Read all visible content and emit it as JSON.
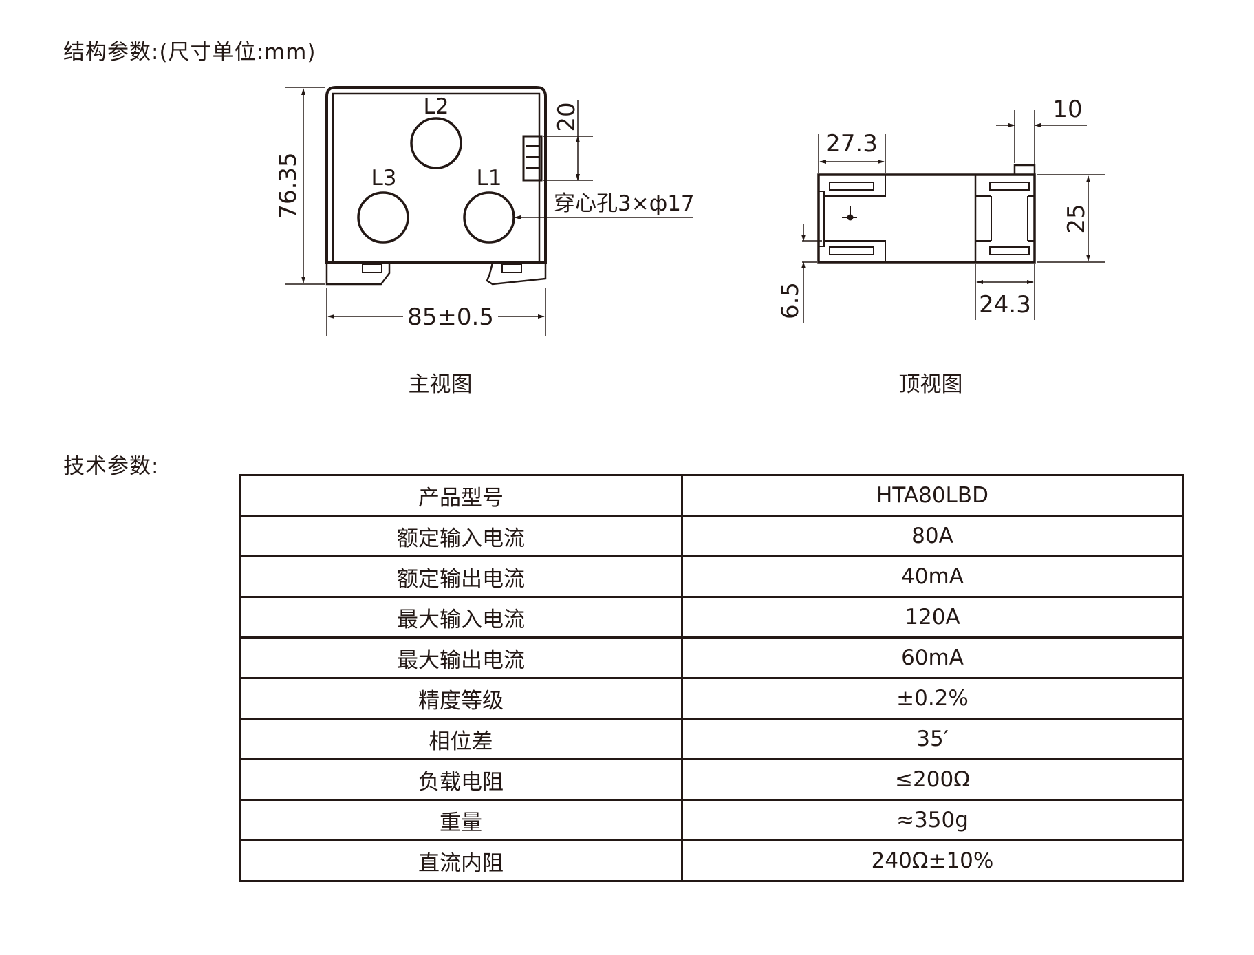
{
  "sections": {
    "structure_title": "结构参数:(尺寸单位:mm)",
    "tech_title": "技术参数:"
  },
  "front_view": {
    "caption": "主视图",
    "hole_labels": [
      "L2",
      "L3",
      "L1"
    ],
    "dim_height": "76.35",
    "dim_width": "85±0.5",
    "dim_terminal": "20",
    "hole_note": "穿心孔3×ф17"
  },
  "top_view": {
    "caption": "顶视图",
    "dim_left": "27.3",
    "dim_right_top": "10",
    "dim_height": "25",
    "dim_bottom": "24.3",
    "dim_clip": "6.5"
  },
  "spec_table": {
    "rows": [
      {
        "key": "产品型号",
        "value": "HTA80LBD"
      },
      {
        "key": "额定输入电流",
        "value": "80A"
      },
      {
        "key": "额定输出电流",
        "value": "40mA"
      },
      {
        "key": "最大输入电流",
        "value": "120A"
      },
      {
        "key": "最大输出电流",
        "value": "60mA"
      },
      {
        "key": "精度等级",
        "value": "±0.2%"
      },
      {
        "key": "相位差",
        "value": "35′"
      },
      {
        "key": "负载电阻",
        "value": "≤200Ω"
      },
      {
        "key": "重量",
        "value": "≈350g"
      },
      {
        "key": "直流内阻",
        "value": "240Ω±10%"
      }
    ]
  }
}
